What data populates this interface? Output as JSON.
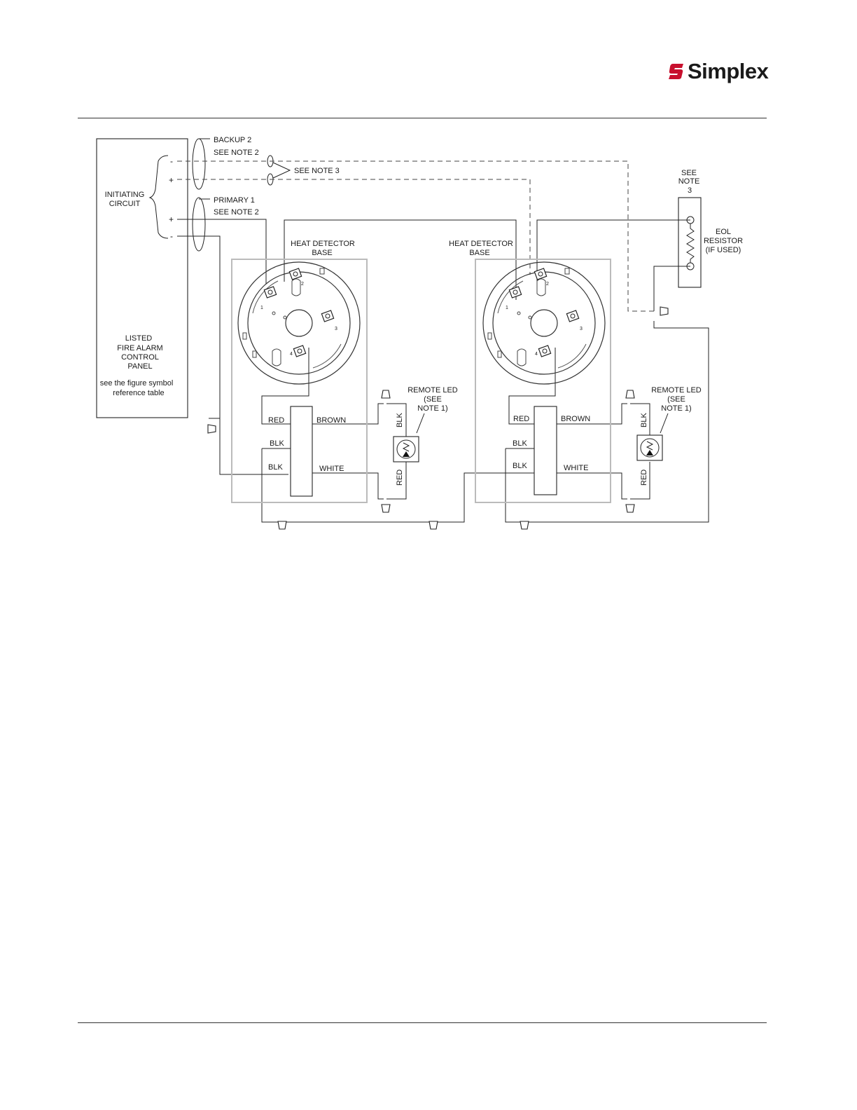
{
  "logo": {
    "text": "Simplex",
    "icon": "simplex-s-logo-icon",
    "brand_color": "#c8102e"
  },
  "panel": {
    "circuit_label_1": "INITIATING",
    "circuit_label_2": "CIRCUIT",
    "panel_label_1": "LISTED",
    "panel_label_2": "FIRE ALARM",
    "panel_label_3": "CONTROL",
    "panel_label_4": "PANEL",
    "ref_1": "see the figure symbol",
    "ref_2": "reference table",
    "backup_minus": "-",
    "backup_plus": "+",
    "primary_plus": "+",
    "primary_minus": "-"
  },
  "labels": {
    "backup": "BACKUP 2",
    "see_note_2_backup": "SEE NOTE 2",
    "see_note_3": "SEE NOTE 3",
    "primary": "PRIMARY 1",
    "see_note_2_primary": "SEE NOTE 2",
    "see_note_3_eol_1": "SEE",
    "see_note_3_eol_2": "NOTE",
    "see_note_3_eol_3": "3",
    "eol_1": "EOL",
    "eol_2": "RESISTOR",
    "eol_3": "(IF USED)"
  },
  "detectors": [
    {
      "base_label_1": "HEAT DETECTOR",
      "base_label_2": "BASE",
      "red": "RED",
      "blk_1": "BLK",
      "blk_2": "BLK",
      "brown": "BROWN",
      "white": "WHITE",
      "led_1": "REMOTE LED",
      "led_2": "(SEE",
      "led_3": "NOTE 1)",
      "led_blk": "BLK",
      "led_red": "RED",
      "t1": "1",
      "t2": "2",
      "t3": "3",
      "t4": "4"
    },
    {
      "base_label_1": "HEAT DETECTOR",
      "base_label_2": "BASE",
      "red": "RED",
      "blk_1": "BLK",
      "blk_2": "BLK",
      "brown": "BROWN",
      "white": "WHITE",
      "led_1": "REMOTE LED",
      "led_2": "(SEE",
      "led_3": "NOTE 1)",
      "led_blk": "BLK",
      "led_red": "RED",
      "t1": "1",
      "t2": "2",
      "t3": "3",
      "t4": "4"
    }
  ]
}
